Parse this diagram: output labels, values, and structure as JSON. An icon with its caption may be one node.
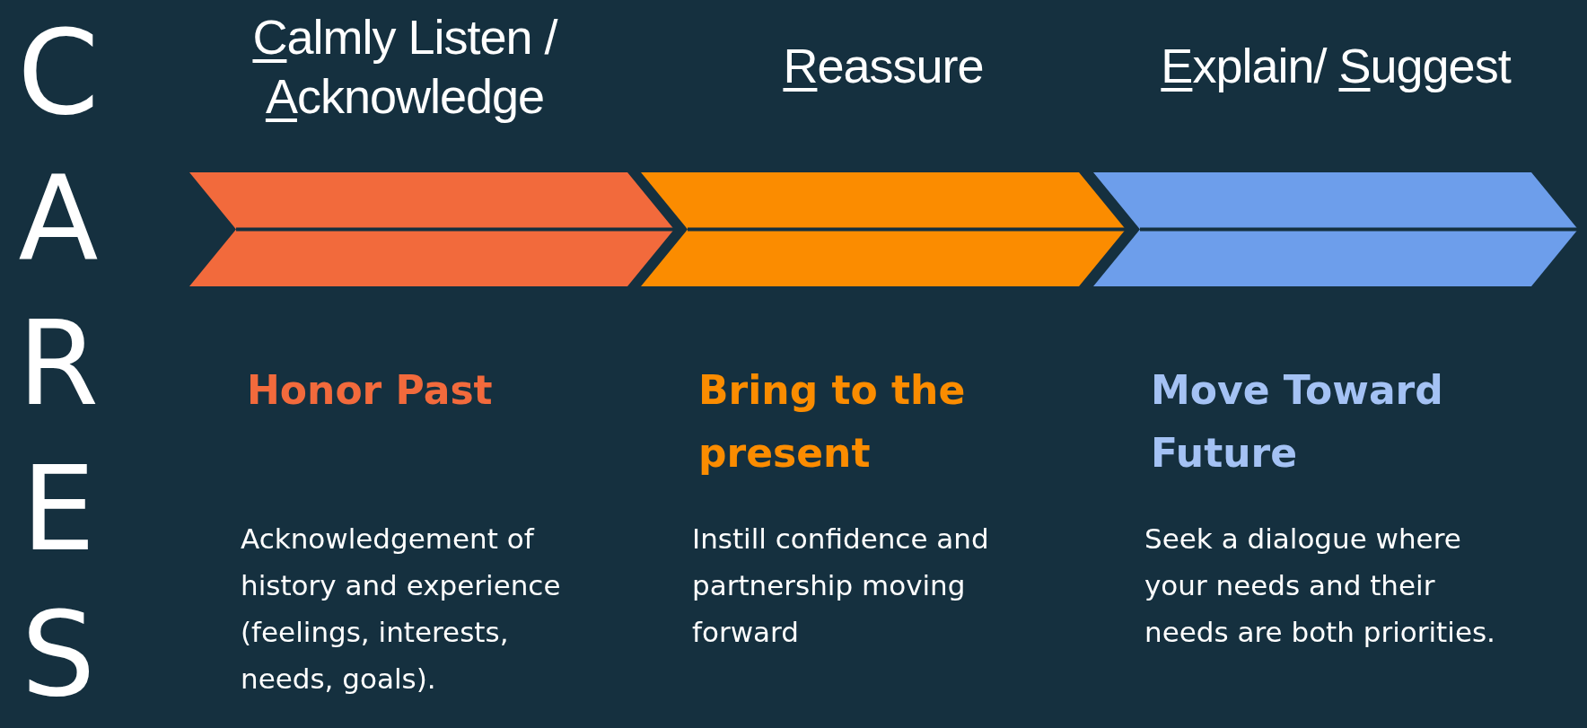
{
  "diagram": {
    "nodes": [
      {
        "text": [
          "Calmly Listen / Acknowledge"
        ]
      },
      {
        "text": [
          "Reassure"
        ]
      },
      {
        "text": [
          "Explain/ Suggest"
        ]
      }
    ],
    "edges": [],
    "labels": [
      "CARES",
      "Honor Past",
      "Bring to the present",
      "Move Toward Future",
      "Acknowledgement of history and experience (feelings, interests, needs, goals).",
      "Instill confidence and partnership moving forward",
      "Seek a dialogue where your needs and their needs are both priorities."
    ]
  }
}
